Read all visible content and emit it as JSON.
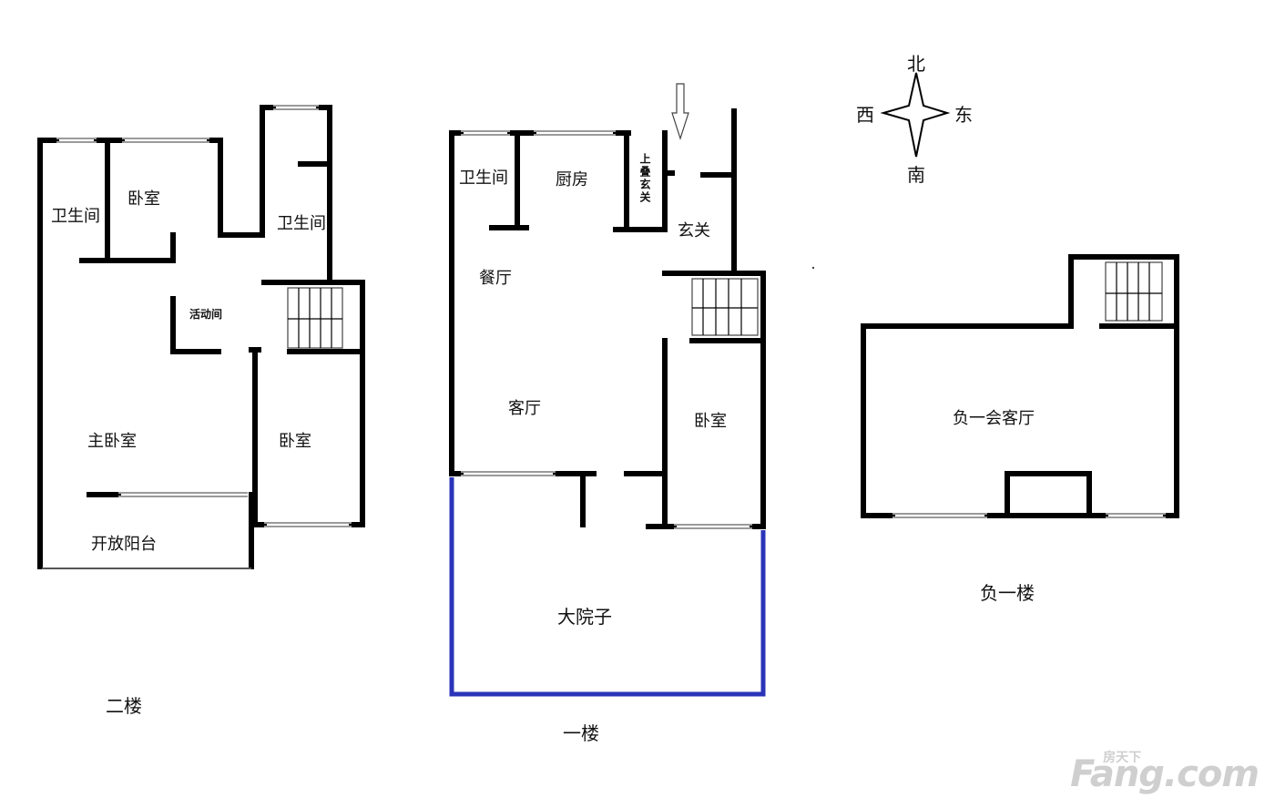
{
  "compass": {
    "north": "北",
    "south": "南",
    "east": "东",
    "west": "西"
  },
  "floor2": {
    "caption": "二楼",
    "rooms": {
      "bathroom_a": "卫生间",
      "bedroom_a": "卧室",
      "bathroom_b": "卫生间",
      "activity": "活动间",
      "master": "主卧室",
      "bedroom_b": "卧室",
      "balcony": "开放阳台"
    }
  },
  "floor1": {
    "caption": "一楼",
    "rooms": {
      "bathroom": "卫生间",
      "kitchen": "厨房",
      "upper_foyer": "上叠玄关",
      "foyer": "玄关",
      "dining": "餐厅",
      "living": "客厅",
      "bedroom": "卧室",
      "yard": "大院子"
    }
  },
  "basement": {
    "caption": "负一楼",
    "rooms": {
      "lounge": "负一会客厅"
    }
  },
  "watermark": {
    "brand": "Fang.com",
    "cn": "房天下"
  },
  "colors": {
    "wall": "#000000",
    "yard_boundary": "#2b34b8",
    "window": "#9a9a9a"
  }
}
